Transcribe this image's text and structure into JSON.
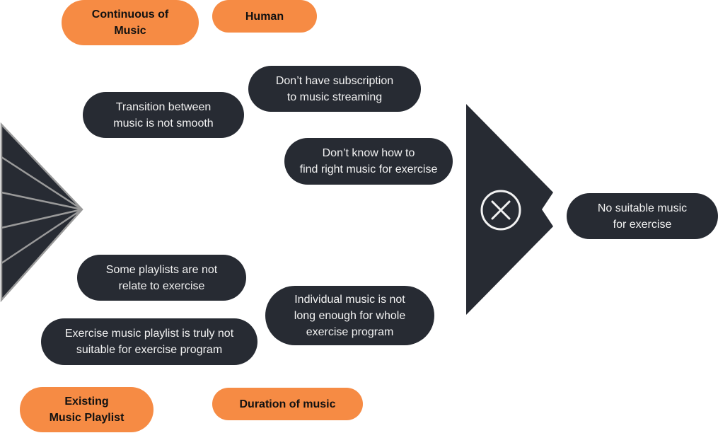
{
  "categories": {
    "continuous": "Continuous of\nMusic",
    "human": "Human",
    "existing_playlist": "Existing\nMusic Playlist",
    "duration": "Duration of music"
  },
  "causes": {
    "no_subscription": "Don’t have subscription\nto music streaming",
    "transition": "Transition between\nmusic is not smooth",
    "find_music": "Don’t know how to\nfind right music for exercise",
    "playlists_not_related": "Some playlists are not\nrelate to exercise",
    "individual_length": "Individual music is not\nlong enough for whole\nexercise program",
    "playlist_unsuitable": "Exercise music playlist is truly not\nsuitable for exercise program"
  },
  "effect": {
    "label": "No suitable music\nfor exercise",
    "icon": "x-circle-icon"
  },
  "colors": {
    "category_fill": "#F68B44",
    "node_fill": "#272B33",
    "tail_stroke": "#9A9A9A",
    "text_light": "#F2F2F2"
  }
}
